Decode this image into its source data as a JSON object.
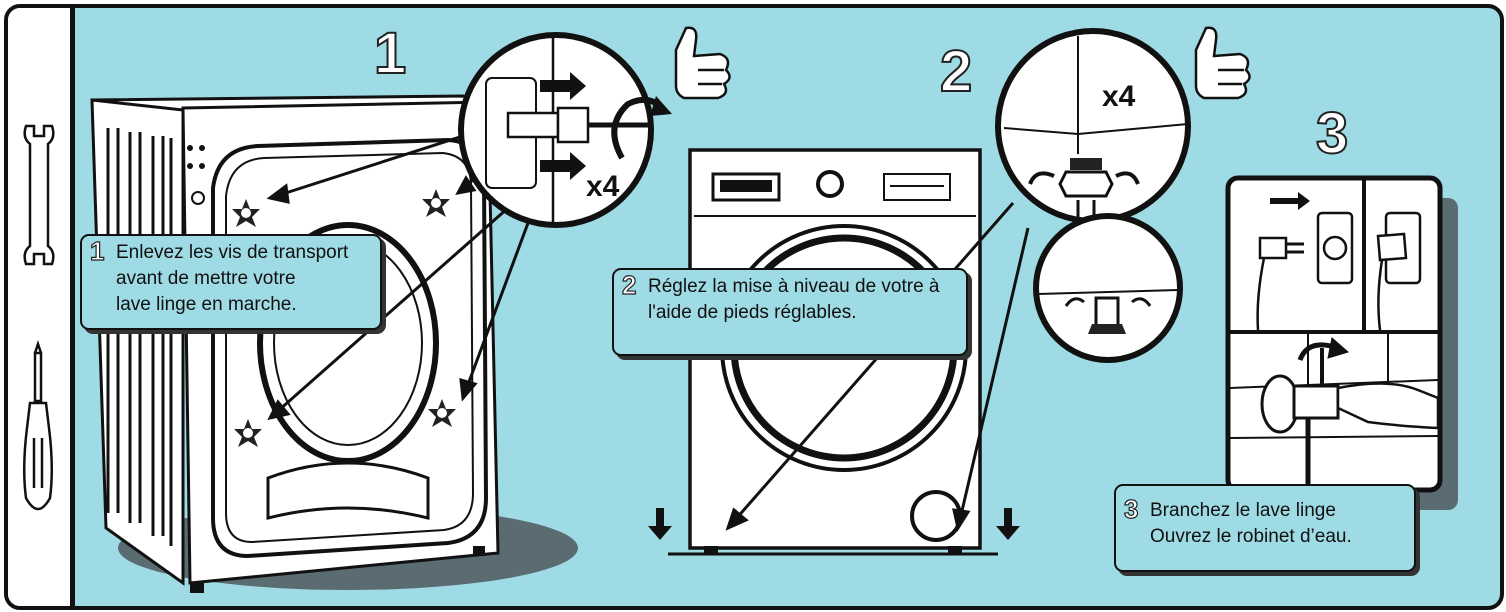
{
  "steps": [
    {
      "number": "1",
      "callout_number": "1",
      "lines": [
        "Enlevez les vis de transport",
        "avant de mettre votre",
        "lave linge en marche."
      ],
      "multiplier": "x4"
    },
    {
      "number": "2",
      "callout_number": "2",
      "lines": [
        "Réglez la mise à niveau de votre à",
        "l'aide de pieds réglables."
      ],
      "multiplier": "x4"
    },
    {
      "number": "3",
      "callout_number": "3",
      "lines": [
        "Branchez le lave linge",
        "Ouvrez le robinet d’eau."
      ]
    }
  ],
  "colors": {
    "background": "#9fdbe4",
    "outline": "#111111",
    "shadow": "#5a6b72",
    "machine": "#ffffff"
  },
  "icons": [
    "wrench-icon",
    "screwdriver-icon",
    "thumbs-up-icon",
    "rotate-arrow-icon",
    "down-arrow-icon",
    "power-plug-icon",
    "wall-socket-icon",
    "water-tap-icon"
  ]
}
